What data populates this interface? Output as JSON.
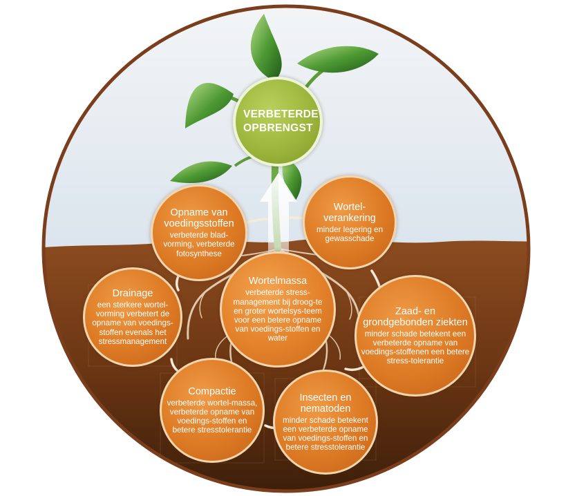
{
  "center": {
    "title": "VERBETERDE OPBRENGST"
  },
  "nodes": {
    "opname": {
      "title": "Opname van voedingsstoffen",
      "desc": "verbeterde blad-vorming, verbeterde fotosynthese"
    },
    "wortel": {
      "title": "Wortel-verankering",
      "desc": "minder legering en gewasschade"
    },
    "drainage": {
      "title": "Drainage",
      "desc": "een sterkere wortel-vorming verbetert de opname van voedings-stoffen evenals het stressmanagement"
    },
    "massa": {
      "title": "Wortelmassa",
      "desc": "verbeterde stress-management bij droog-te en groter wortelsys-teem voor een betere opname van voedings-stoffen en water"
    },
    "zaad": {
      "title": "Zaad- en grondgebonden ziekten",
      "desc": "minder schade betekent een verbeterde opname van voedings-stoffenen een betere stress-tolerantie"
    },
    "compactie": {
      "title": "Compactie",
      "desc": "verbeterde wortel-massa, verbeterde opname van voedings-stoffen en betere stresstolerantie"
    },
    "insecten": {
      "title": "Insecten en nematoden",
      "desc": "minder schade betekent een verbeterde opname van voedings-stoffen en betere stresstolerantie"
    }
  },
  "colors": {
    "sky_top": "#f2f4f6",
    "sky_bottom": "#a9c3dc",
    "soil_top": "#8a4a1f",
    "soil_bottom": "#3a1d09",
    "ring": "#7a3e1c",
    "node_orange": "#dd7a24",
    "center_green": "#9ab33a"
  }
}
